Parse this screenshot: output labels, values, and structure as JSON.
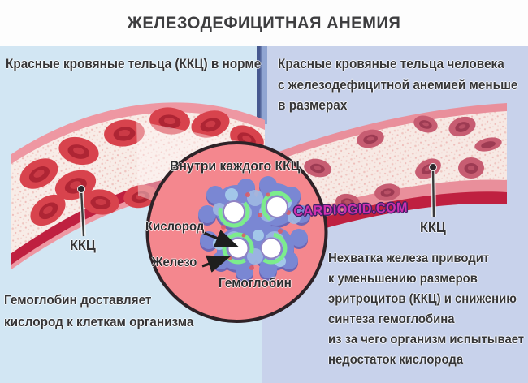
{
  "title": "ЖЕЛЕЗОДЕФИЦИТНАЯ АНЕМИЯ",
  "watermark": "CARDIOGID.COM",
  "left_panel": {
    "heading": "Красные кровяные тельца (ККЦ) в норме",
    "cell_label": "ККЦ",
    "caption_lines": [
      "Гемоглобин доставляет",
      "кислород к клеткам организма"
    ]
  },
  "right_panel": {
    "heading_lines": [
      "Красные кровяные тельца человека",
      "с железодефицитной анемией меньше",
      "в размерах"
    ],
    "cell_label": "ККЦ",
    "caption_lines": [
      "Нехватка железа приводит",
      "к уменьшению размеров",
      "эритроцитов (ККЦ) и снижению",
      "синтеза гемоглобина",
      "из за чего организм испытывает",
      "недостаток кислорода"
    ]
  },
  "magnifier": {
    "heading": "Внутри каждого ККЦ",
    "labels": {
      "oxygen": "Кислород",
      "iron": "Железо",
      "hemoglobin": "Гемоглобин"
    }
  },
  "colors": {
    "left_panel_bg": "#d2e6f3",
    "right_panel_bg": "#c8d2eb",
    "divider": "#46588f",
    "title_color": "#3e3e40",
    "vessel_wall_pink": "#ee97a2",
    "vessel_dark_line": "#bf2040",
    "vessel_lumen": "#f8ece7",
    "rbc_normal": "#d8434d",
    "rbc_anemic": "#c75d72",
    "magnifier_fill": "#f4878e",
    "magnifier_border": "#2d2227",
    "hemoglobin_blob": "#7a87d3",
    "iron_ring_green": "#7cec8c",
    "oxygen_circle": "#ffffff",
    "watermark_color": "#cf30ae"
  }
}
